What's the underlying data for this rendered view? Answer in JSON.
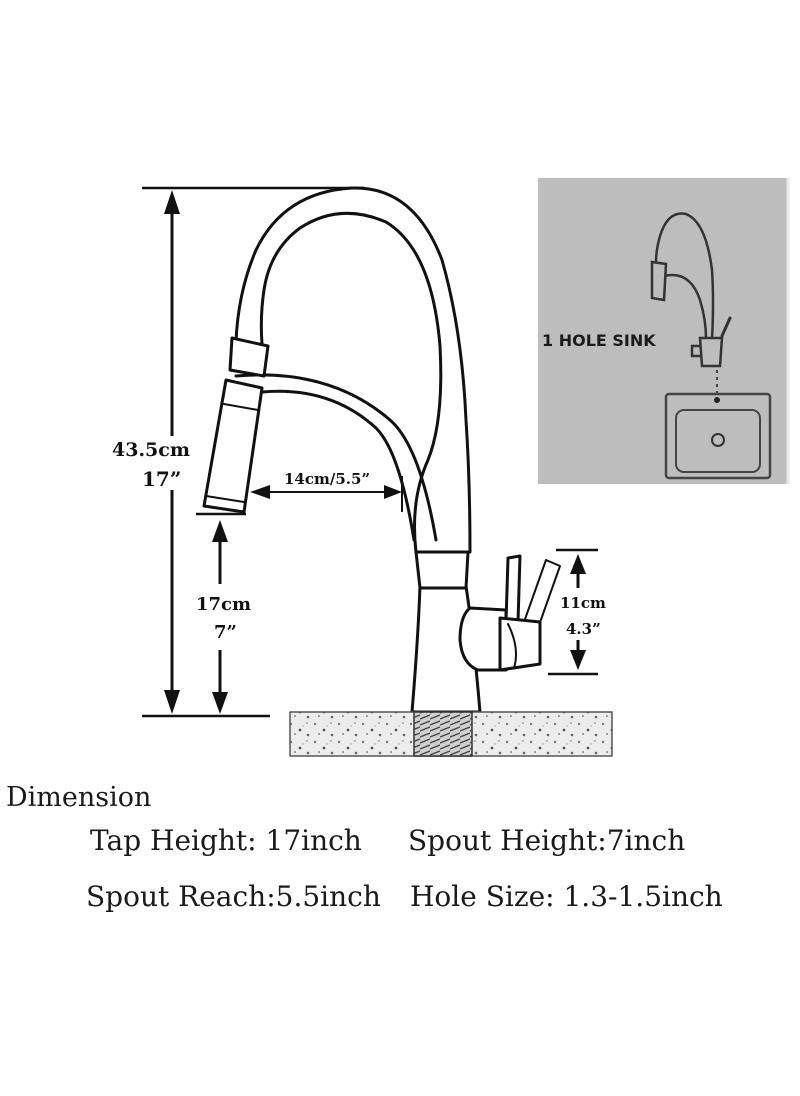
{
  "dimensions": {
    "total_height_cm": "43.5cm",
    "total_height_in": "17”",
    "reach": "14cm/5.5”",
    "spout_height_cm": "17cm",
    "spout_height_in": "7”",
    "handle_cm": "11cm",
    "handle_in": "4.3”"
  },
  "inset": {
    "label": "1 HOLE  SINK"
  },
  "specs": {
    "title": "Dimension",
    "tap_height": "Tap Height: 17inch",
    "spout_height": "Spout Height:7inch",
    "spout_reach": "Spout Reach:5.5inch",
    "hole_size": "Hole Size: 1.3-1.5inch"
  },
  "colors": {
    "line": "#111111",
    "inset_bg": "#bdbdbd",
    "counter": "#e4e4e4"
  }
}
